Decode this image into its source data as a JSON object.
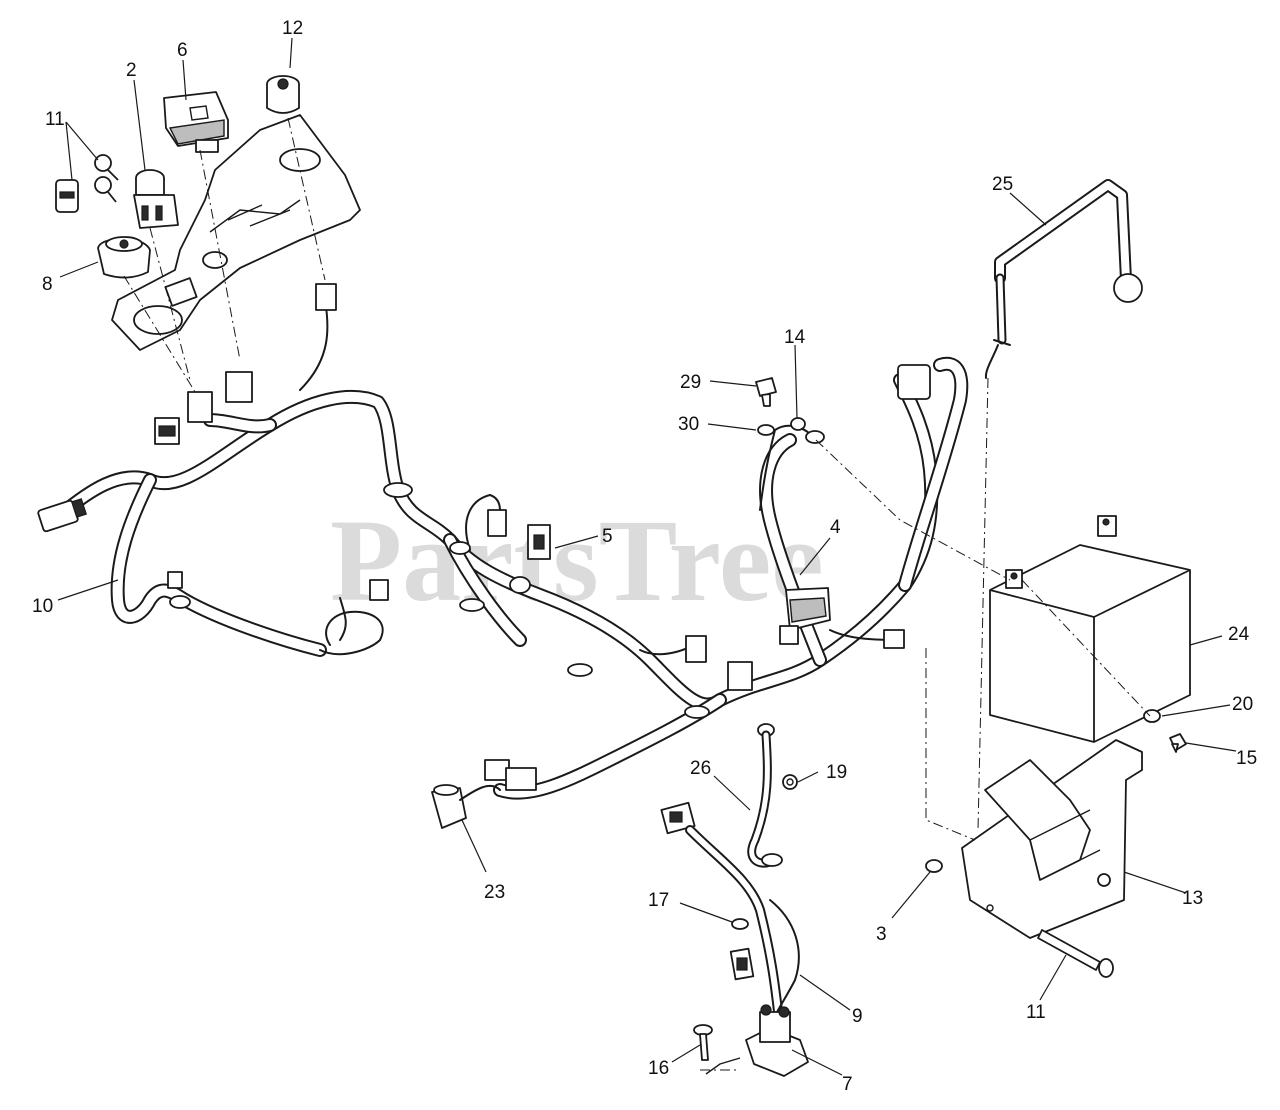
{
  "watermark": {
    "text": "PartsTree"
  },
  "callouts": [
    {
      "id": "c-12",
      "label": "12"
    },
    {
      "id": "c-6",
      "label": "6"
    },
    {
      "id": "c-2",
      "label": "2"
    },
    {
      "id": "c-11a",
      "label": "11"
    },
    {
      "id": "c-8",
      "label": "8"
    },
    {
      "id": "c-25",
      "label": "25"
    },
    {
      "id": "c-14",
      "label": "14"
    },
    {
      "id": "c-29",
      "label": "29"
    },
    {
      "id": "c-30",
      "label": "30"
    },
    {
      "id": "c-5",
      "label": "5"
    },
    {
      "id": "c-4",
      "label": "4"
    },
    {
      "id": "c-10",
      "label": "10"
    },
    {
      "id": "c-24",
      "label": "24"
    },
    {
      "id": "c-20",
      "label": "20"
    },
    {
      "id": "c-15",
      "label": "15"
    },
    {
      "id": "c-26",
      "label": "26"
    },
    {
      "id": "c-19",
      "label": "19"
    },
    {
      "id": "c-23",
      "label": "23"
    },
    {
      "id": "c-17",
      "label": "17"
    },
    {
      "id": "c-13",
      "label": "13"
    },
    {
      "id": "c-3",
      "label": "3"
    },
    {
      "id": "c-9",
      "label": "9"
    },
    {
      "id": "c-11b",
      "label": "11"
    },
    {
      "id": "c-16",
      "label": "16"
    },
    {
      "id": "c-7",
      "label": "7"
    }
  ]
}
